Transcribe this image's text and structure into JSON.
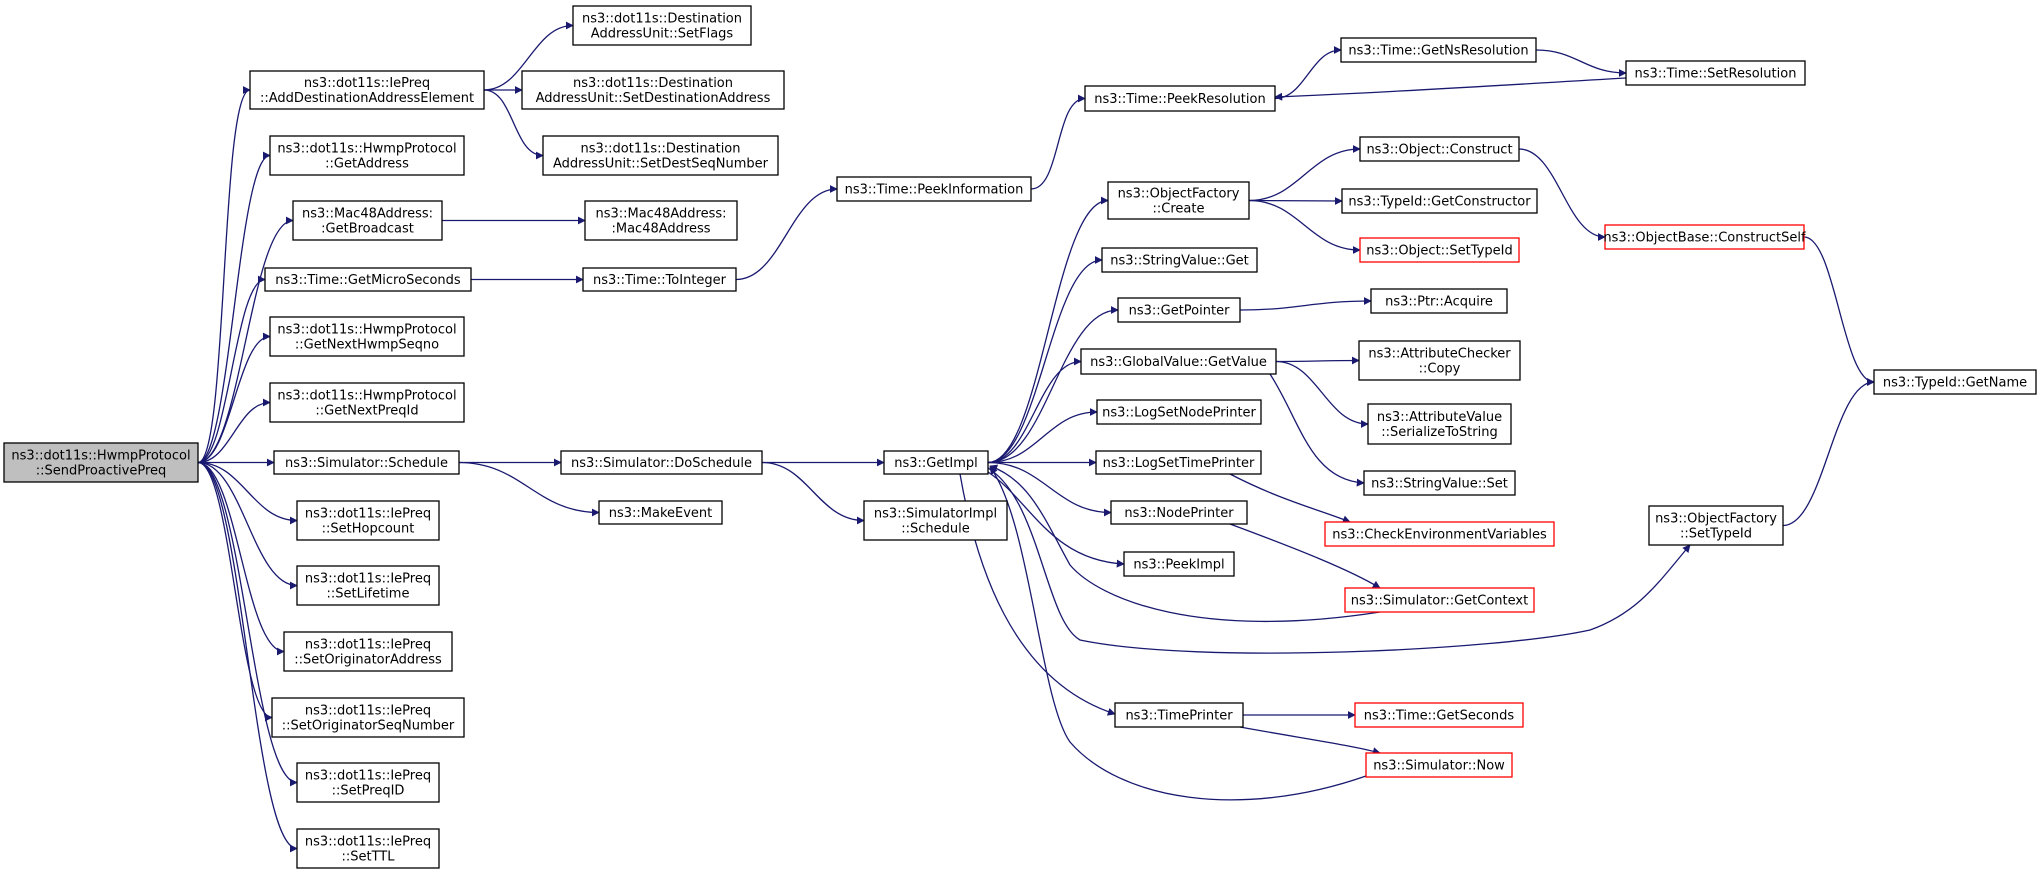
{
  "colors": {
    "edge": "#191970",
    "node_border": "#000000",
    "node_border_truncated": "#ff0000",
    "root_fill": "#bfbfbf",
    "node_fill": "#ffffff"
  },
  "nodes": {
    "root": {
      "lines": [
        "ns3::dot11s::HwmpProtocol",
        "::SendProactivePreq"
      ],
      "root": true
    },
    "addDest": {
      "lines": [
        "ns3::dot11s::IePreq",
        "::AddDestinationAddressElement"
      ]
    },
    "getAddress": {
      "lines": [
        "ns3::dot11s::HwmpProtocol",
        "::GetAddress"
      ]
    },
    "getBroadcast": {
      "lines": [
        "ns3::Mac48Address:",
        ":GetBroadcast"
      ]
    },
    "getMicro": {
      "lines": [
        "ns3::Time::GetMicroSeconds"
      ]
    },
    "getNextSeq": {
      "lines": [
        "ns3::dot11s::HwmpProtocol",
        "::GetNextHwmpSeqno"
      ]
    },
    "getNextPreq": {
      "lines": [
        "ns3::dot11s::HwmpProtocol",
        "::GetNextPreqId"
      ]
    },
    "schedule": {
      "lines": [
        "ns3::Simulator::Schedule"
      ]
    },
    "setHop": {
      "lines": [
        "ns3::dot11s::IePreq",
        "::SetHopcount"
      ]
    },
    "setLife": {
      "lines": [
        "ns3::dot11s::IePreq",
        "::SetLifetime"
      ]
    },
    "setOrigAddr": {
      "lines": [
        "ns3::dot11s::IePreq",
        "::SetOriginatorAddress"
      ]
    },
    "setOrigSeq": {
      "lines": [
        "ns3::dot11s::IePreq",
        "::SetOriginatorSeqNumber"
      ]
    },
    "setPreqId": {
      "lines": [
        "ns3::dot11s::IePreq",
        "::SetPreqID"
      ]
    },
    "setTTL": {
      "lines": [
        "ns3::dot11s::IePreq",
        "::SetTTL"
      ]
    },
    "dauFlags": {
      "lines": [
        "ns3::dot11s::Destination",
        "AddressUnit::SetFlags"
      ]
    },
    "dauDest": {
      "lines": [
        "ns3::dot11s::Destination",
        "AddressUnit::SetDestinationAddress"
      ]
    },
    "dauSeq": {
      "lines": [
        "ns3::dot11s::Destination",
        "AddressUnit::SetDestSeqNumber"
      ]
    },
    "mac48": {
      "lines": [
        "ns3::Mac48Address:",
        ":Mac48Address"
      ]
    },
    "toInteger": {
      "lines": [
        "ns3::Time::ToInteger"
      ]
    },
    "doSchedule": {
      "lines": [
        "ns3::Simulator::DoSchedule"
      ]
    },
    "makeEvent": {
      "lines": [
        "ns3::MakeEvent"
      ]
    },
    "peekInfo": {
      "lines": [
        "ns3::Time::PeekInformation"
      ]
    },
    "getImpl": {
      "lines": [
        "ns3::GetImpl"
      ]
    },
    "simImplSched": {
      "lines": [
        "ns3::SimulatorImpl",
        "::Schedule"
      ]
    },
    "peekRes": {
      "lines": [
        "ns3::Time::PeekResolution"
      ]
    },
    "getNsRes": {
      "lines": [
        "ns3::Time::GetNsResolution"
      ]
    },
    "setRes": {
      "lines": [
        "ns3::Time::SetResolution"
      ]
    },
    "ofCreate": {
      "lines": [
        "ns3::ObjectFactory",
        "::Create"
      ]
    },
    "strGet": {
      "lines": [
        "ns3::StringValue::Get"
      ]
    },
    "getPointer": {
      "lines": [
        "ns3::GetPointer"
      ]
    },
    "gvGetValue": {
      "lines": [
        "ns3::GlobalValue::GetValue"
      ]
    },
    "logNode": {
      "lines": [
        "ns3::LogSetNodePrinter"
      ]
    },
    "logTime": {
      "lines": [
        "ns3::LogSetTimePrinter"
      ]
    },
    "nodePrinter": {
      "lines": [
        "ns3::NodePrinter"
      ]
    },
    "peekImpl": {
      "lines": [
        "ns3::PeekImpl"
      ]
    },
    "timePrinter": {
      "lines": [
        "ns3::TimePrinter"
      ]
    },
    "objConstruct": {
      "lines": [
        "ns3::Object::Construct"
      ]
    },
    "tidGetCtor": {
      "lines": [
        "ns3::TypeId::GetConstructor"
      ]
    },
    "objSetTid": {
      "lines": [
        "ns3::Object::SetTypeId"
      ],
      "truncated": true
    },
    "ptrAcquire": {
      "lines": [
        "ns3::Ptr::Acquire"
      ]
    },
    "attrCheckerCopy": {
      "lines": [
        "ns3::AttributeChecker",
        "::Copy"
      ]
    },
    "attrValSer": {
      "lines": [
        "ns3::AttributeValue",
        "::SerializeToString"
      ]
    },
    "strSet": {
      "lines": [
        "ns3::StringValue::Set"
      ]
    },
    "checkEnv": {
      "lines": [
        "ns3::CheckEnvironmentVariables"
      ],
      "truncated": true
    },
    "simGetContext": {
      "lines": [
        "ns3::Simulator::GetContext"
      ],
      "truncated": true
    },
    "timeGetSeconds": {
      "lines": [
        "ns3::Time::GetSeconds"
      ],
      "truncated": true
    },
    "simNow": {
      "lines": [
        "ns3::Simulator::Now"
      ],
      "truncated": true
    },
    "objBaseCS": {
      "lines": [
        "ns3::ObjectBase::ConstructSelf"
      ],
      "truncated": true
    },
    "ofSetTid": {
      "lines": [
        "ns3::ObjectFactory",
        "::SetTypeId"
      ]
    },
    "tidGetName": {
      "lines": [
        "ns3::TypeId::GetName"
      ]
    }
  },
  "edges": [
    [
      "root",
      "addDest"
    ],
    [
      "root",
      "getAddress"
    ],
    [
      "root",
      "getBroadcast"
    ],
    [
      "root",
      "getMicro"
    ],
    [
      "root",
      "getNextSeq"
    ],
    [
      "root",
      "getNextPreq"
    ],
    [
      "root",
      "schedule"
    ],
    [
      "root",
      "setHop"
    ],
    [
      "root",
      "setLife"
    ],
    [
      "root",
      "setOrigAddr"
    ],
    [
      "root",
      "setOrigSeq"
    ],
    [
      "root",
      "setPreqId"
    ],
    [
      "root",
      "setTTL"
    ],
    [
      "addDest",
      "dauFlags"
    ],
    [
      "addDest",
      "dauDest"
    ],
    [
      "addDest",
      "dauSeq"
    ],
    [
      "getBroadcast",
      "mac48"
    ],
    [
      "getMicro",
      "toInteger"
    ],
    [
      "toInteger",
      "peekInfo"
    ],
    [
      "schedule",
      "doSchedule"
    ],
    [
      "schedule",
      "makeEvent"
    ],
    [
      "doSchedule",
      "getImpl"
    ],
    [
      "doSchedule",
      "simImplSched"
    ],
    [
      "peekInfo",
      "peekRes"
    ],
    [
      "peekRes",
      "getNsRes"
    ],
    [
      "getNsRes",
      "setRes"
    ],
    [
      "setRes",
      "peekRes"
    ],
    [
      "getImpl",
      "ofCreate"
    ],
    [
      "getImpl",
      "strGet"
    ],
    [
      "getImpl",
      "getPointer"
    ],
    [
      "getImpl",
      "gvGetValue"
    ],
    [
      "getImpl",
      "logNode"
    ],
    [
      "getImpl",
      "logTime"
    ],
    [
      "getImpl",
      "nodePrinter"
    ],
    [
      "getImpl",
      "peekImpl"
    ],
    [
      "getImpl",
      "timePrinter"
    ],
    [
      "getImpl",
      "ofSetTid"
    ],
    [
      "ofCreate",
      "objConstruct"
    ],
    [
      "ofCreate",
      "tidGetCtor"
    ],
    [
      "ofCreate",
      "objSetTid"
    ],
    [
      "objConstruct",
      "objBaseCS"
    ],
    [
      "objBaseCS",
      "tidGetName"
    ],
    [
      "ofSetTid",
      "tidGetName"
    ],
    [
      "getPointer",
      "ptrAcquire"
    ],
    [
      "gvGetValue",
      "attrCheckerCopy"
    ],
    [
      "gvGetValue",
      "attrValSer"
    ],
    [
      "gvGetValue",
      "strSet"
    ],
    [
      "logTime",
      "checkEnv"
    ],
    [
      "nodePrinter",
      "simGetContext"
    ],
    [
      "simGetContext",
      "getImpl"
    ],
    [
      "timePrinter",
      "timeGetSeconds"
    ],
    [
      "timePrinter",
      "simNow"
    ],
    [
      "simNow",
      "getImpl"
    ]
  ]
}
